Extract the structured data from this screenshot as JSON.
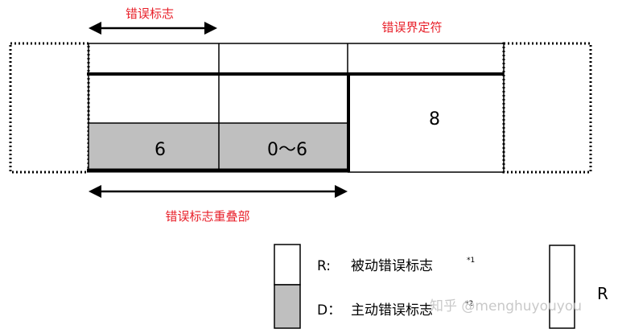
{
  "labels": {
    "error_flag_top": "错误标志",
    "error_delimiter": "错误界定符",
    "error_flag_overlap": "错误标志重叠部"
  },
  "cells": {
    "passive_flag_value": "6",
    "overlap_value": "0～6",
    "delimiter_value": "8"
  },
  "legend": {
    "r_key": "R:",
    "r_text": "被动错误标志",
    "r_sup": "*1",
    "d_key": "D：",
    "d_text": "主动错误标志",
    "d_sup": "*2",
    "r_side": "R"
  },
  "watermark": "知乎 @menghuyouyou",
  "colors": {
    "label_red": "#e8202a",
    "shade_gray": "#bfbfbf",
    "line": "#000000"
  }
}
